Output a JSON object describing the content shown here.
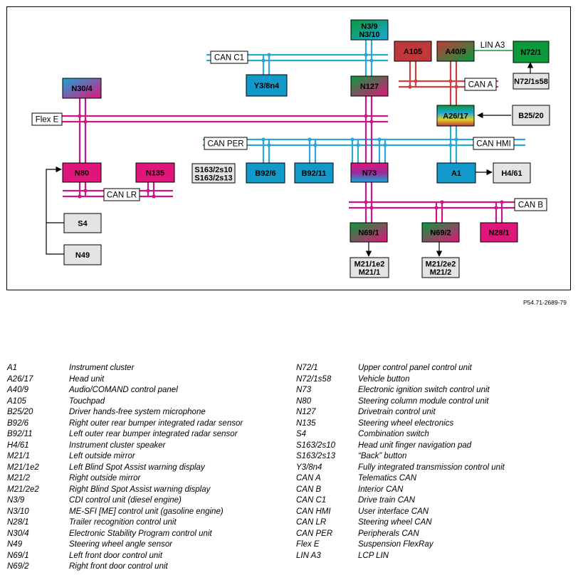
{
  "diagram": {
    "nodes": [
      {
        "id": "N3_9",
        "lines": [
          "N3/9",
          "N3/10"
        ],
        "fill": "grad-gb"
      },
      {
        "id": "A105",
        "lines": [
          "A105"
        ],
        "fill": "#c0393a"
      },
      {
        "id": "A40_9",
        "lines": [
          "A40/9"
        ],
        "fill": "grad-rg"
      },
      {
        "id": "N72_1",
        "lines": [
          "N72/1"
        ],
        "fill": "#0a9a3a"
      },
      {
        "id": "N72_1s58",
        "lines": [
          "N72/1s58"
        ],
        "fill": "#e4e4e4"
      },
      {
        "id": "Y3_8n4",
        "lines": [
          "Y3/8n4"
        ],
        "fill": "#1199c9"
      },
      {
        "id": "N127",
        "lines": [
          "N127"
        ],
        "fill": "grad-gm"
      },
      {
        "id": "N30_4",
        "lines": [
          "N30/4"
        ],
        "fill": "grad-bm"
      },
      {
        "id": "A26_17",
        "lines": [
          "A26/17"
        ],
        "fill": "grad-multi"
      },
      {
        "id": "B25_20",
        "lines": [
          "B25/20"
        ],
        "fill": "#e4e4e4"
      },
      {
        "id": "N80",
        "lines": [
          "N80"
        ],
        "fill": "#e0157a"
      },
      {
        "id": "N135",
        "lines": [
          "N135"
        ],
        "fill": "#e0157a"
      },
      {
        "id": "S163",
        "lines": [
          "S163/2s10",
          "S163/2s13"
        ],
        "fill": "#e4e4e4"
      },
      {
        "id": "B92_6",
        "lines": [
          "B92/6"
        ],
        "fill": "#1199c9"
      },
      {
        "id": "B92_11",
        "lines": [
          "B92/11"
        ],
        "fill": "#1199c9"
      },
      {
        "id": "N73",
        "lines": [
          "N73"
        ],
        "fill": "grad-mb"
      },
      {
        "id": "A1",
        "lines": [
          "A1"
        ],
        "fill": "#1199c9"
      },
      {
        "id": "H4_61",
        "lines": [
          "H4/61"
        ],
        "fill": "#e4e4e4"
      },
      {
        "id": "S4",
        "lines": [
          "S4"
        ],
        "fill": "#e4e4e4"
      },
      {
        "id": "N69_1",
        "lines": [
          "N69/1"
        ],
        "fill": "grad-gm"
      },
      {
        "id": "N69_2",
        "lines": [
          "N69/2"
        ],
        "fill": "grad-gm"
      },
      {
        "id": "N28_1",
        "lines": [
          "N28/1"
        ],
        "fill": "#e0157a"
      },
      {
        "id": "M21_1",
        "lines": [
          "M21/1e2",
          "M21/1"
        ],
        "fill": "#e4e4e4"
      },
      {
        "id": "M21_2",
        "lines": [
          "M21/2e2",
          "M21/2"
        ],
        "fill": "#e4e4e4"
      },
      {
        "id": "N49",
        "lines": [
          "N49"
        ],
        "fill": "#e4e4e4"
      }
    ],
    "bus_labels": {
      "can_c1": "CAN C1",
      "lin_a3": "LIN A3",
      "can_a": "CAN A",
      "flex_e": "Flex E",
      "can_per": "CAN PER",
      "can_hmi": "CAN HMI",
      "can_lr": "CAN LR",
      "can_b": "CAN B"
    },
    "colors": {
      "can_blue": "#29a8d4",
      "can_red": "#d04040",
      "flexray": "#c8168a",
      "lin_green": "#0a9a3a"
    },
    "figure_id": "P54.71-2689-79"
  },
  "legend_left": [
    {
      "code": "A1",
      "desc": "Instrument cluster"
    },
    {
      "code": "A26/17",
      "desc": "Head unit"
    },
    {
      "code": "A40/9",
      "desc": "Audio/COMAND control panel"
    },
    {
      "code": "A105",
      "desc": "Touchpad"
    },
    {
      "code": "B25/20",
      "desc": "Driver hands-free system microphone"
    },
    {
      "code": "B92/6",
      "desc": "Right outer rear bumper integrated radar sensor"
    },
    {
      "code": "B92/11",
      "desc": "Left outer rear bumper integrated radar sensor"
    },
    {
      "code": "H4/61",
      "desc": "Instrument cluster speaker"
    },
    {
      "code": "M21/1",
      "desc": "Left outside mirror"
    },
    {
      "code": "M21/1e2",
      "desc": "Left Blind Spot Assist warning display"
    },
    {
      "code": "M21/2",
      "desc": "Right outside mirror"
    },
    {
      "code": "M21/2e2",
      "desc": "Right Blind Spot Assist warning display"
    },
    {
      "code": "N3/9",
      "desc": "CDI control unit (diesel engine)"
    },
    {
      "code": "N3/10",
      "desc": "ME-SFI [ME] control unit (gasoline engine)"
    },
    {
      "code": "N28/1",
      "desc": "Trailer recognition control unit"
    },
    {
      "code": "N30/4",
      "desc": "Electronic Stability Program control unit"
    },
    {
      "code": "N49",
      "desc": "Steering wheel angle sensor"
    },
    {
      "code": "N69/1",
      "desc": "Left front door control unit"
    },
    {
      "code": "N69/2",
      "desc": "Right front door control unit"
    }
  ],
  "legend_right": [
    {
      "code": "N72/1",
      "desc": "Upper control panel control unit"
    },
    {
      "code": "N72/1s58",
      "desc": "Vehicle button"
    },
    {
      "code": "N73",
      "desc": "Electronic ignition switch control unit"
    },
    {
      "code": "N80",
      "desc": "Steering column module control unit"
    },
    {
      "code": "N127",
      "desc": "Drivetrain control unit"
    },
    {
      "code": "N135",
      "desc": "Steering wheel electronics"
    },
    {
      "code": "S4",
      "desc": "Combination switch"
    },
    {
      "code": "S163/2s10",
      "desc": "Head unit finger navigation pad"
    },
    {
      "code": "S163/2s13",
      "desc": "“Back” button"
    },
    {
      "code": "Y3/8n4",
      "desc": "Fully integrated transmission control unit"
    },
    {
      "code": "CAN A",
      "desc": "Telematics CAN"
    },
    {
      "code": "CAN B",
      "desc": "Interior CAN"
    },
    {
      "code": "CAN C1",
      "desc": "Drive train CAN"
    },
    {
      "code": "CAN HMI",
      "desc": "User interface CAN"
    },
    {
      "code": "CAN LR",
      "desc": "Steering wheel CAN"
    },
    {
      "code": "CAN PER",
      "desc": "Peripherals CAN"
    },
    {
      "code": "Flex E",
      "desc": "Suspension FlexRay"
    },
    {
      "code": "LIN A3",
      "desc": "LCP LIN"
    }
  ]
}
